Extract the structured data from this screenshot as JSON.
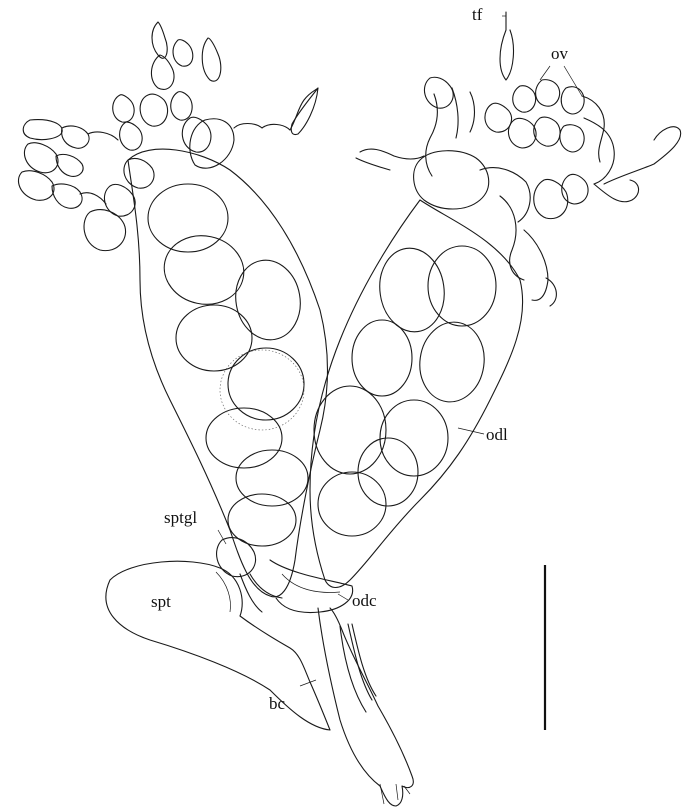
{
  "labels": {
    "tf": "tf",
    "ov": "ov",
    "odl": "odl",
    "sptgl": "sptgl",
    "spt": "spt",
    "odc": "odc",
    "bc": "bc"
  }
}
